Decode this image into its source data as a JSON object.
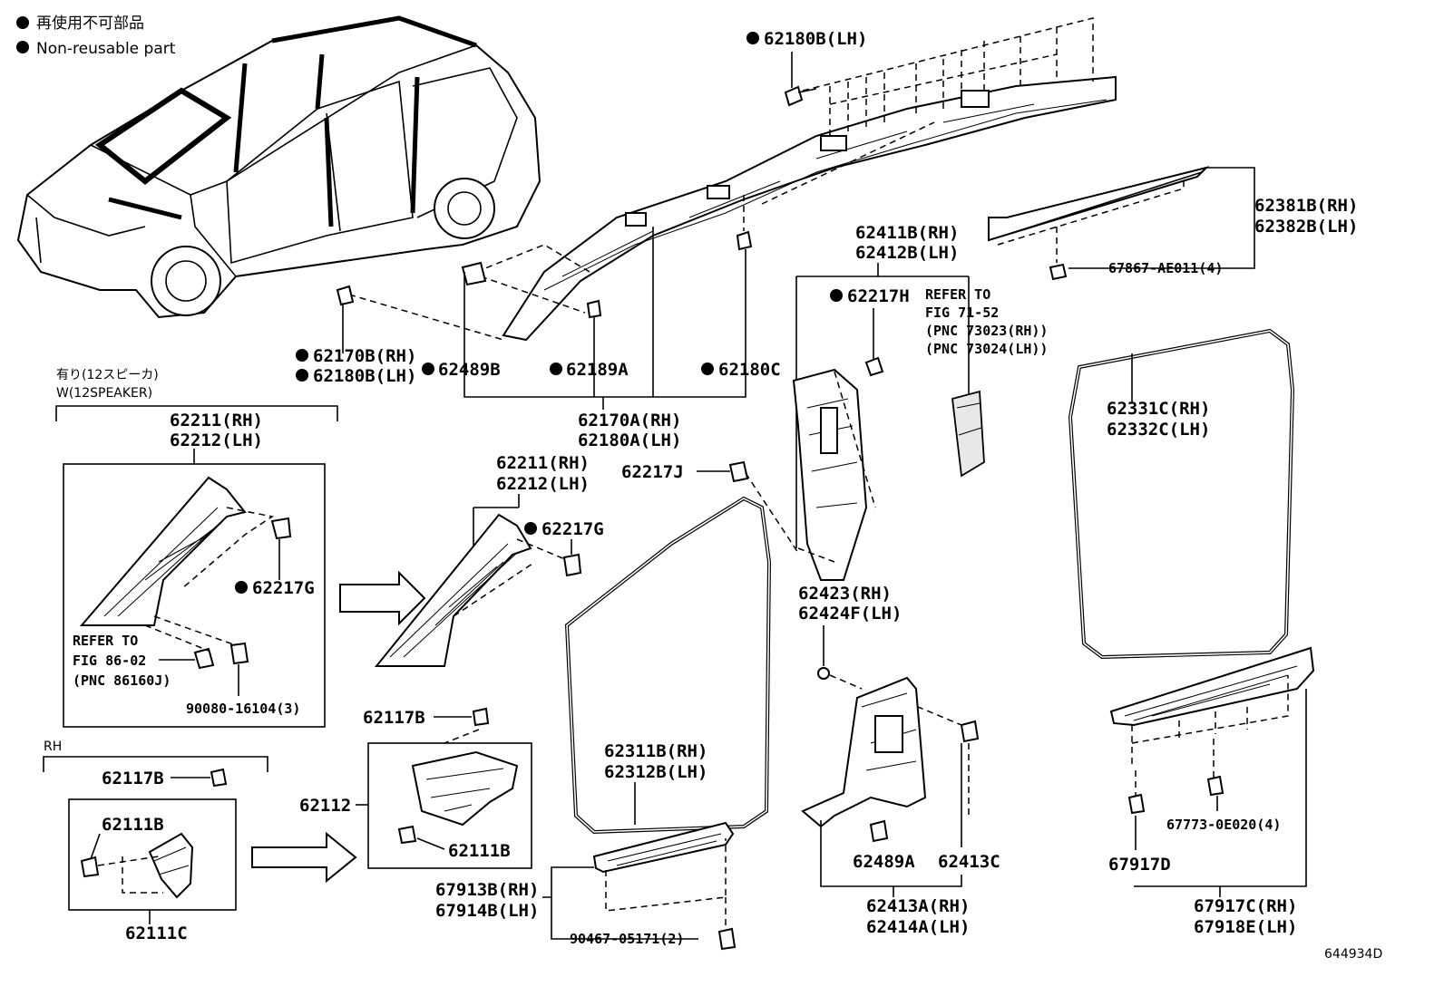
{
  "legend": {
    "japanese": "再使用不可部品",
    "english": "Non-reusable part"
  },
  "figure_id": "644934D",
  "groups": {
    "speaker_jp": "有り(12スピーカ)",
    "speaker_en": "W(12SPEAKER)",
    "rh": "RH"
  },
  "refers": {
    "fig86_line1": "REFER TO",
    "fig86_line2": "FIG 86-02",
    "fig86_line3": "(PNC 86160J)",
    "fig71_line1": "REFER TO",
    "fig71_line2": "FIG 71-52",
    "fig71_line3": "(PNC 73023(RH))",
    "fig71_line4": "(PNC 73024(LH))"
  },
  "parts": {
    "p62180B_top": "62180B(LH)",
    "p62170B": "62170B(RH)",
    "p62180B_mid": "62180B(LH)",
    "p62489B": "62489B",
    "p62189A": "62189A",
    "p62180C": "62180C",
    "p62170A": "62170A(RH)",
    "p62180A": "62180A(LH)",
    "p62381B": "62381B(RH)",
    "p62382B": "62382B(LH)",
    "p67867": "67867-AE011(4)",
    "p62411B": "62411B(RH)",
    "p62412B": "62412B(LH)",
    "p62217H": "62217H",
    "p62331C": "62331C(RH)",
    "p62332C": "62332C(LH)",
    "p62211_box": "62211(RH)",
    "p62212_box": "62212(LH)",
    "p62217G_box": "62217G",
    "p90080": "90080-16104(3)",
    "p62211_mid": "62211(RH)",
    "p62212_mid": "62212(LH)",
    "p62217G_mid": "62217G",
    "p62217J": "62217J",
    "p62423": "62423(RH)",
    "p62424F": "62424F(LH)",
    "p62311B": "62311B(RH)",
    "p62312B": "62312B(LH)",
    "p62117B_mid": "62117B",
    "p62112": "62112",
    "p62111B_mid": "62111B",
    "p62117B_left": "62117B",
    "p62111B_left": "62111B",
    "p62111C": "62111C",
    "p67913B": "67913B(RH)",
    "p67914B": "67914B(LH)",
    "p90467": "90467-05171(2)",
    "p62489A": "62489A",
    "p62413C": "62413C",
    "p62413A": "62413A(RH)",
    "p62414A": "62414A(LH)",
    "p67773": "67773-0E020(4)",
    "p67917D": "67917D",
    "p67917C": "67917C(RH)",
    "p67918E": "67918E(LH)"
  }
}
